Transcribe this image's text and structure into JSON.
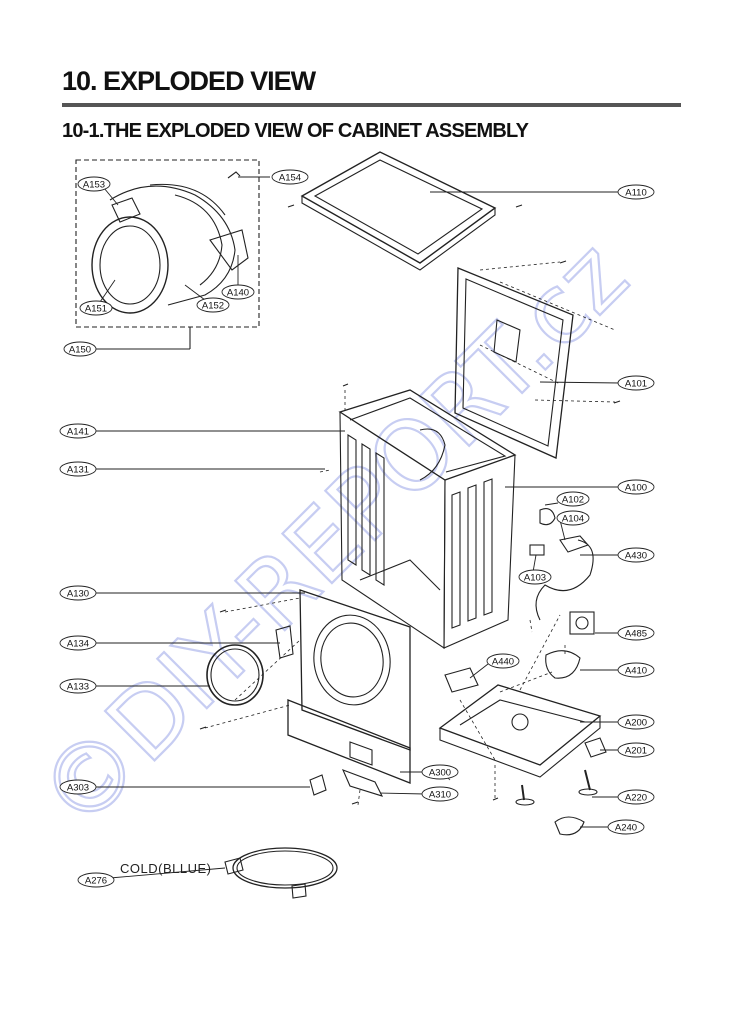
{
  "title": "10. EXPLODED VIEW",
  "subtitle": "10-1.THE EXPLODED VIEW OF CABINET ASSEMBLY",
  "watermark": "©DIY-REPORT.cz",
  "note": "COLD(BLLUE)",
  "labels": {
    "a153": "A153",
    "a154": "A154",
    "a110": "A110",
    "a140": "A140",
    "a151": "A151",
    "a152": "A152",
    "a150": "A150",
    "a101": "A101",
    "a141": "A141",
    "a131": "A131",
    "a100": "A100",
    "a102": "A102",
    "a104": "A104",
    "a430": "A430",
    "a103": "A103",
    "a130": "A130",
    "a485": "A485",
    "a134": "A134",
    "a440": "A440",
    "a410": "A410",
    "a133": "A133",
    "a200": "A200",
    "a201": "A201",
    "a300": "A300",
    "a303": "A303",
    "a310": "A310",
    "a220": "A220",
    "a240": "A240",
    "a276": "A276"
  }
}
